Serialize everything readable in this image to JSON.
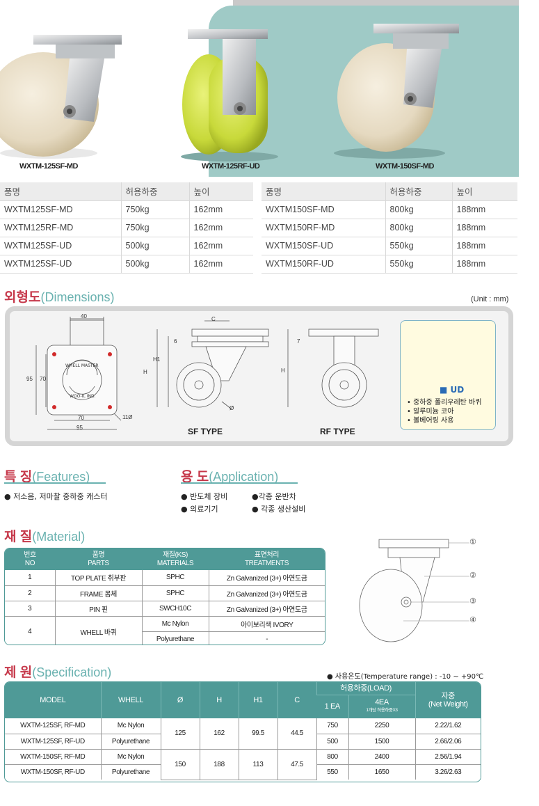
{
  "products": [
    {
      "label": "WXTM-125SF-MD"
    },
    {
      "label": "WXTM-125RF-UD"
    },
    {
      "label": "WXTM-150SF-MD"
    }
  ],
  "product_tables": {
    "headers": [
      "품명",
      "허용하중",
      "높이"
    ],
    "left": [
      [
        "WXTM125SF-MD",
        "750kg",
        "162mm"
      ],
      [
        "WXTM125RF-MD",
        "750kg",
        "162mm"
      ],
      [
        "WXTM125SF-UD",
        "500kg",
        "162mm"
      ],
      [
        "WXTM125SF-UD",
        "500kg",
        "162mm"
      ]
    ],
    "right": [
      [
        "WXTM150SF-MD",
        "800kg",
        "188mm"
      ],
      [
        "WXTM150RF-MD",
        "800kg",
        "188mm"
      ],
      [
        "WXTM150SF-UD",
        "550kg",
        "188mm"
      ],
      [
        "WXTM150RF-UD",
        "550kg",
        "188mm"
      ]
    ]
  },
  "dimensions": {
    "title_ko": "외형도",
    "title_en": "(Dimensions)",
    "unit": "(Unit : mm)",
    "plate_labels": {
      "w40": "40",
      "h95": "95",
      "h70": "70",
      "w70": "70",
      "w95": "95",
      "hole": "11Ø",
      "ring_top": "WHELL MASTER",
      "ring_bottom": "WOO-IL IND."
    },
    "sf_labels": {
      "c": "C",
      "six": "6",
      "h": "H",
      "h1": "H1",
      "phi": "Ø",
      "type": "SF TYPE"
    },
    "rf_labels": {
      "seven": "7",
      "h": "H",
      "type": "RF TYPE"
    },
    "ud": {
      "title": "■ UD",
      "bullets": [
        "• 중하중 폴리우레탄 바퀴",
        "• 알루미늄 코아",
        "• 볼베어링 사용"
      ]
    }
  },
  "features": {
    "title_ko": "특 징",
    "title_en": "(Features)",
    "items": [
      "● 저소음, 저마찰 중하중 캐스터"
    ]
  },
  "application": {
    "title_ko": "용 도",
    "title_en": "(Application)",
    "items": [
      "● 반도체 장비",
      "●각종 운반차",
      "● 의료기기",
      "● 각종 생산설비"
    ]
  },
  "material": {
    "title_ko": "재 질",
    "title_en": "(Material)",
    "headers": [
      [
        "번호",
        "NO"
      ],
      [
        "품명",
        "PARTS"
      ],
      [
        "재질(KS)",
        "MATERIALS"
      ],
      [
        "표면처리",
        "TREATMENTS"
      ]
    ],
    "rows": [
      {
        "no": "1",
        "part": "TOP PLATE 취부판",
        "material": "SPHC",
        "treatment": "Zn Galvanized (3+) 아연도금"
      },
      {
        "no": "2",
        "part": "FRAME 몸체",
        "material": "SPHC",
        "treatment": "Zn Galvanized (3+) 아연도금"
      },
      {
        "no": "3",
        "part": "PIN 핀",
        "material": "SWCH10C",
        "treatment": "Zn Galvanized (3+) 아연도금"
      },
      {
        "no": "4",
        "part": "WHELL 바퀴",
        "material": "Mc Nylon",
        "treatment": "아이보리색 IVORY",
        "material2": "Polyurethane",
        "treatment2": "-"
      }
    ],
    "callouts": [
      "①",
      "②",
      "③",
      "④"
    ]
  },
  "specification": {
    "title_ko": "제 원",
    "title_en": "(Specification)",
    "temp": "● 사용온도(Temperature range) : -10 ~ +90℃",
    "headers": {
      "model": "MODEL",
      "wheel": "WHELL",
      "phi": "Ø",
      "h": "H",
      "h1": "H1",
      "c": "C",
      "load": "허용하중(LOAD)",
      "ea1": "1 EA",
      "ea4": "4EA",
      "ea4_sub": "1개당 허용하중X3",
      "weight_ko": "자중",
      "weight_en": "(Net Weight)"
    },
    "rows": [
      {
        "model": "WXTM-125SF, RF-MD",
        "wheel": "Mc Nylon",
        "ea1": "750",
        "ea4": "2250",
        "weight": "2.22/1.62"
      },
      {
        "model": "WXTM-125SF, RF-UD",
        "wheel": "Polyurethane",
        "ea1": "500",
        "ea4": "1500",
        "weight": "2.66/2.06"
      },
      {
        "model": "WXTM-150SF, RF-MD",
        "wheel": "Mc Nylon",
        "ea1": "800",
        "ea4": "2400",
        "weight": "2.56/1.94"
      },
      {
        "model": "WXTM-150SF, RF-UD",
        "wheel": "Polyurethane",
        "ea1": "550",
        "ea4": "1650",
        "weight": "3.26/2.63"
      }
    ],
    "groups": [
      {
        "phi": "125",
        "h": "162",
        "h1": "99.5",
        "c": "44.5"
      },
      {
        "phi": "150",
        "h": "188",
        "h1": "113",
        "c": "47.5"
      }
    ]
  }
}
